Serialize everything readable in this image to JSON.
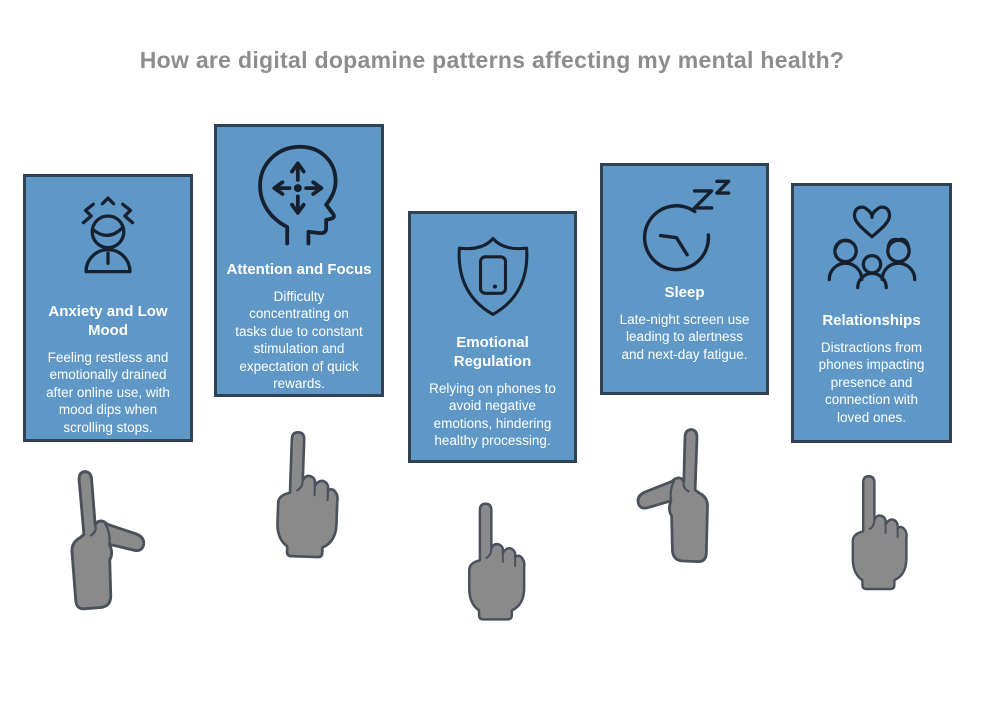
{
  "page": {
    "title": "How are digital dopamine patterns affecting my mental health?"
  },
  "colors": {
    "background": "#ffffff",
    "title_text": "#8d8d8d",
    "card_bg": "#5f98c7",
    "card_border": "#2e4254",
    "card_text": "#ffffff",
    "icon_stroke": "#16202e",
    "hand_fill": "#8a8a8a",
    "hand_outline": "#4b515c"
  },
  "cards": [
    {
      "icon": "stressed-person-icon",
      "title": "Anxiety and Low Mood",
      "description": "Feeling restless and emotionally drained after online use, with mood dips when scrolling stops."
    },
    {
      "icon": "head-arrows-icon",
      "title": "Attention and Focus",
      "description": "Difficulty concentrating on tasks due to constant stimulation and expectation of quick rewards."
    },
    {
      "icon": "shield-phone-icon",
      "title": "Emotional Regulation",
      "description": "Relying on phones to avoid negative emotions, hindering healthy processing."
    },
    {
      "icon": "sleep-clock-icon",
      "title": "Sleep",
      "description": "Late-night screen use leading to alertness and next-day fatigue."
    },
    {
      "icon": "family-heart-icon",
      "title": "Relationships",
      "description": "Distractions from phones impacting presence and connection with loved ones."
    }
  ]
}
